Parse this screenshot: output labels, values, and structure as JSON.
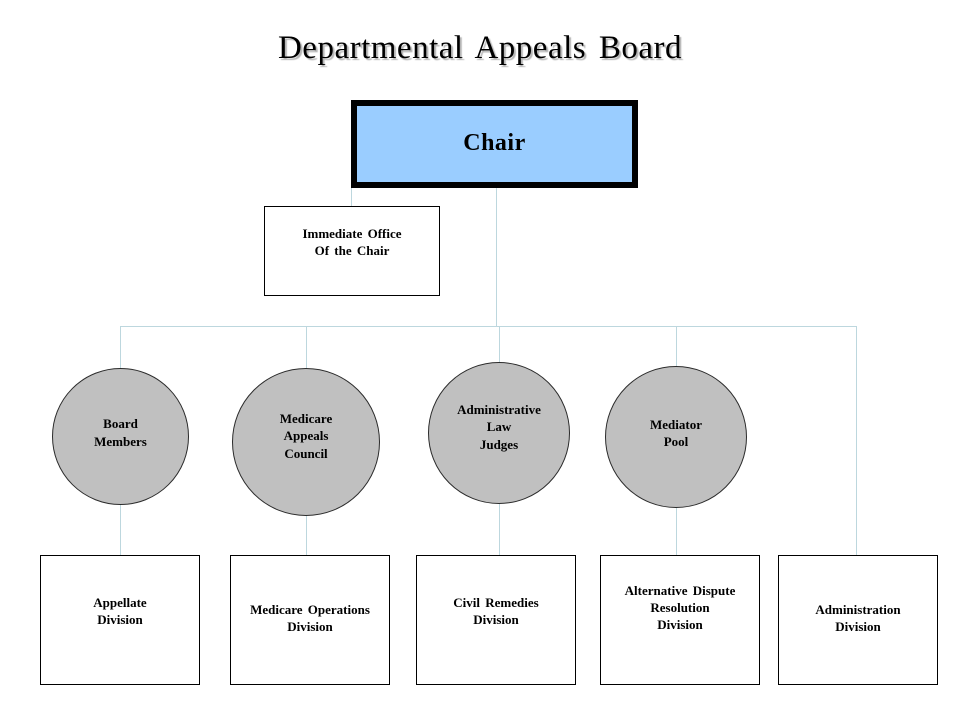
{
  "title": "Departmental Appeals Board",
  "colors": {
    "chair_fill": "#9ACDFF",
    "circle_fill": "#C0C0C0",
    "box_fill": "#FFFFFF",
    "border": "#000000",
    "connector": "#BDD7DE",
    "text": "#000000"
  },
  "chart_data": {
    "type": "diagram",
    "subtype": "organizational-chart",
    "title": "Departmental Appeals Board",
    "nodes": [
      {
        "id": "chair",
        "label": "Chair",
        "shape": "rectangle",
        "fill": "#9ACDFF",
        "level": 0
      },
      {
        "id": "immediate-office",
        "label": "Immediate Office\nOf the Chair",
        "shape": "rectangle",
        "fill": "#FFFFFF",
        "level": 1
      },
      {
        "id": "board-members",
        "label": "Board\nMembers",
        "shape": "circle",
        "fill": "#C0C0C0",
        "level": 2
      },
      {
        "id": "medicare-appeals-council",
        "label": "Medicare\nAppeals\nCouncil",
        "shape": "circle",
        "fill": "#C0C0C0",
        "level": 2
      },
      {
        "id": "administrative-law-judges",
        "label": "Administrative\nLaw\nJudges",
        "shape": "circle",
        "fill": "#C0C0C0",
        "level": 2
      },
      {
        "id": "mediator-pool",
        "label": "Mediator\nPool",
        "shape": "circle",
        "fill": "#C0C0C0",
        "level": 2
      },
      {
        "id": "appellate-division",
        "label": "Appellate\nDivision",
        "shape": "rectangle",
        "fill": "#FFFFFF",
        "level": 3
      },
      {
        "id": "medicare-operations-division",
        "label": "Medicare Operations\nDivision",
        "shape": "rectangle",
        "fill": "#FFFFFF",
        "level": 3
      },
      {
        "id": "civil-remedies-division",
        "label": "Civil Remedies\nDivision",
        "shape": "rectangle",
        "fill": "#FFFFFF",
        "level": 3
      },
      {
        "id": "alternative-dispute-resolution-division",
        "label": "Alternative Dispute\nResolution\nDivision",
        "shape": "rectangle",
        "fill": "#FFFFFF",
        "level": 3
      },
      {
        "id": "administration-division",
        "label": "Administration\nDivision",
        "shape": "rectangle",
        "fill": "#FFFFFF",
        "level": 3
      }
    ],
    "edges": [
      {
        "from": "chair",
        "to": "immediate-office"
      },
      {
        "from": "chair",
        "to": "board-members"
      },
      {
        "from": "chair",
        "to": "medicare-appeals-council"
      },
      {
        "from": "chair",
        "to": "administrative-law-judges"
      },
      {
        "from": "chair",
        "to": "mediator-pool"
      },
      {
        "from": "chair",
        "to": "administration-division"
      },
      {
        "from": "board-members",
        "to": "appellate-division"
      },
      {
        "from": "medicare-appeals-council",
        "to": "medicare-operations-division"
      },
      {
        "from": "administrative-law-judges",
        "to": "civil-remedies-division"
      },
      {
        "from": "mediator-pool",
        "to": "alternative-dispute-resolution-division"
      }
    ]
  },
  "nodes": {
    "chair": "Chair",
    "immediate_office": "Immediate Office\nOf the Chair",
    "board_members": "Board\nMembers",
    "medicare_appeals_council": "Medicare\nAppeals\nCouncil",
    "administrative_law_judges": "Administrative\nLaw\nJudges",
    "mediator_pool": "Mediator\nPool",
    "appellate_division": "Appellate\nDivision",
    "medicare_operations_division": "Medicare Operations\nDivision",
    "civil_remedies_division": "Civil Remedies\nDivision",
    "alternative_dispute_resolution_division": "Alternative Dispute\nResolution\nDivision",
    "administration_division": "Administration\nDivision"
  }
}
